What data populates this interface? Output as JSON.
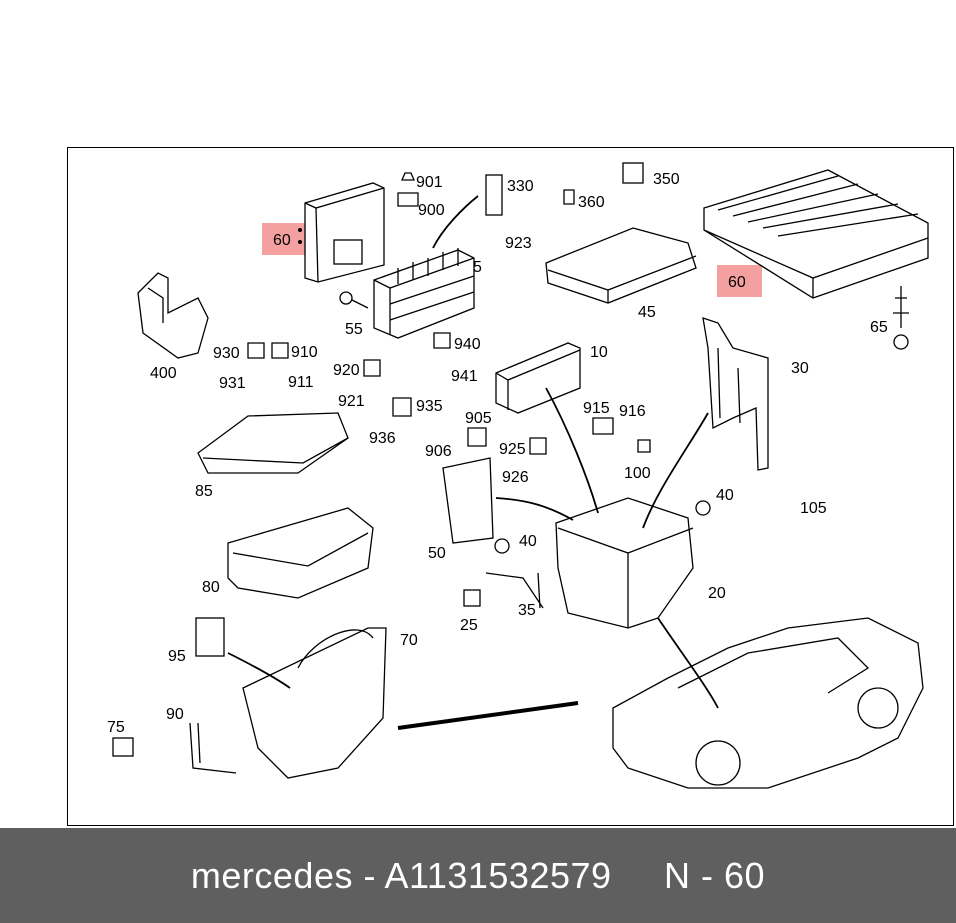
{
  "diagram": {
    "labels": {
      "l901": "901",
      "l900": "900",
      "l330": "330",
      "l360": "360",
      "l350": "350",
      "l923": "923",
      "l5": "5",
      "l60a": "60",
      "l60b": "60",
      "l55": "55",
      "l45": "45",
      "l65": "65",
      "l400": "400",
      "l930": "930",
      "l910": "910",
      "l931": "931",
      "l911": "911",
      "l920": "920",
      "l940": "940",
      "l941": "941",
      "l921": "921",
      "l935": "935",
      "l936": "936",
      "l10": "10",
      "l905": "905",
      "l915": "915",
      "l916": "916",
      "l906": "906",
      "l925": "925",
      "l100": "100",
      "l926": "926",
      "l30": "30",
      "l85": "85",
      "l105": "105",
      "l40a": "40",
      "l40b": "40",
      "l50": "50",
      "l80": "80",
      "l20": "20",
      "l35": "35",
      "l25": "25",
      "l95": "95",
      "l70": "70",
      "l90": "90",
      "l75": "75"
    },
    "highlight_color": "#f28f8f"
  },
  "footer": {
    "text": "mercedes - A1131532579     N - 60"
  }
}
